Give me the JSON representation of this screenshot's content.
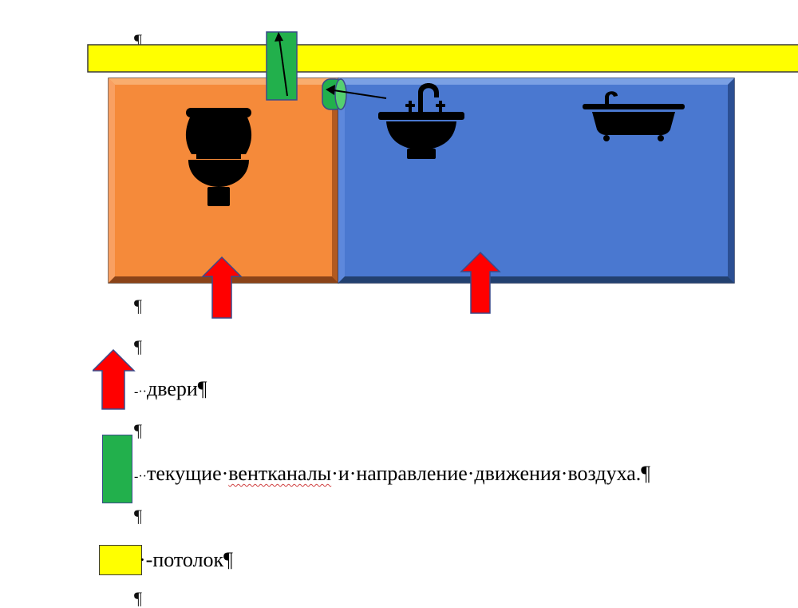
{
  "marks": {
    "pilcrow": "¶"
  },
  "legend": {
    "doors": {
      "prefix": "-··",
      "text": "двери¶"
    },
    "vents": {
      "prefix": "-··",
      "text_before": "текущие·",
      "text_misspelled": "вентканалы",
      "text_after": "·и·направление·движения·воздуха.¶"
    },
    "ceiling": {
      "prefix": "·-",
      "text": "потолок¶"
    }
  },
  "colors": {
    "ceiling": "#ffff00",
    "toilet_room": "#f58a3a",
    "bath_room": "#4a78d0",
    "vent": "#22b04c",
    "door_arrow": "#ff0000",
    "arrow_outline": "#3b4a8a",
    "fixture": "#000000"
  },
  "icons": [
    "toilet-icon",
    "sink-icon",
    "bathtub-icon"
  ]
}
